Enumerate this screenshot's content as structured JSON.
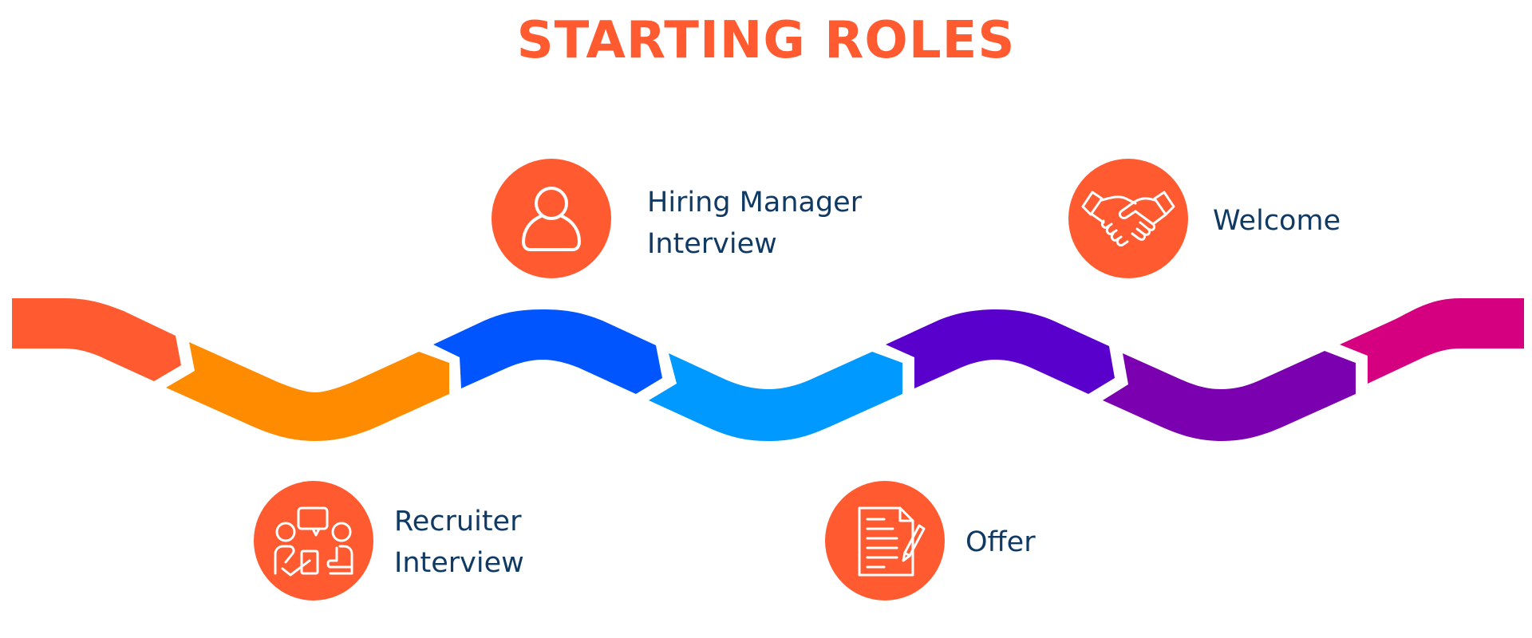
{
  "title": "STARTING ROLES",
  "colors": {
    "accent": "#ff5a30",
    "label_text": "#103a63",
    "ribbon_segments": [
      "#ff5a30",
      "#ff8c00",
      "#0055ff",
      "#0099ff",
      "#5a00cc",
      "#7a00b0",
      "#d4007f"
    ]
  },
  "stages": [
    {
      "line1": "Recruiter",
      "line2": "Interview",
      "icon": "conversation-icon"
    },
    {
      "line1": "Hiring Manager",
      "line2": "Interview",
      "icon": "person-icon"
    },
    {
      "line1": "Offer",
      "line2": "",
      "icon": "document-pen-icon"
    },
    {
      "line1": "Welcome",
      "line2": "",
      "icon": "handshake-icon"
    }
  ]
}
